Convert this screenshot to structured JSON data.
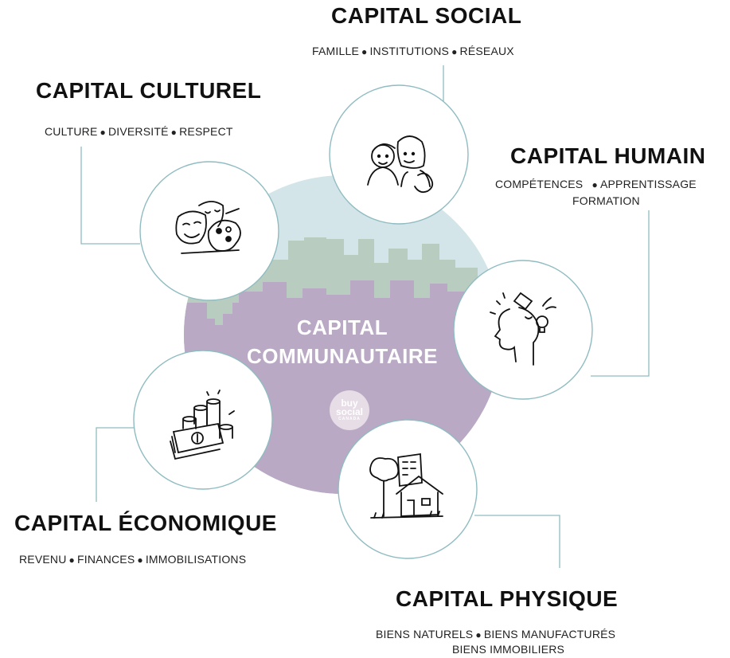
{
  "center": {
    "line1": "CAPITAL",
    "line2": "COMMUNAUTAIRE"
  },
  "logo": {
    "line1": "buy",
    "line2": "social",
    "line3": "CANADA"
  },
  "capitals": {
    "social": {
      "title": "CAPITAL SOCIAL",
      "items": [
        "FAMILLE",
        "INSTITUTIONS",
        "RÉSEAUX"
      ],
      "icon": "two-people-icon"
    },
    "culturel": {
      "title": "CAPITAL CULTUREL",
      "items": [
        "CULTURE",
        "DIVERSITÉ",
        "RESPECT"
      ],
      "icon": "theatre-masks-palette-icon"
    },
    "humain": {
      "title": "CAPITAL HUMAIN",
      "items": [
        "COMPÉTENCES",
        "APPRENTISSAGE",
        "FORMATION"
      ],
      "icon": "head-lightbulb-icon"
    },
    "economique": {
      "title": "CAPITAL ÉCONOMIQUE",
      "items": [
        "REVENU",
        "FINANCES",
        "IMMOBILISATIONS"
      ],
      "icon": "money-coins-icon"
    },
    "physique": {
      "title": "CAPITAL PHYSIQUE",
      "items": [
        "BIENS NATURELS",
        "BIENS MANUFACTURÉS",
        "BIENS IMMOBILIERS"
      ],
      "icon": "house-tree-building-icon"
    }
  },
  "colors": {
    "sky": "#d3e5e8",
    "city": "#b8cdc0",
    "ground": "#b9a9c4",
    "circle_border": "#8fbcc1",
    "connector": "#8fbcc1"
  }
}
